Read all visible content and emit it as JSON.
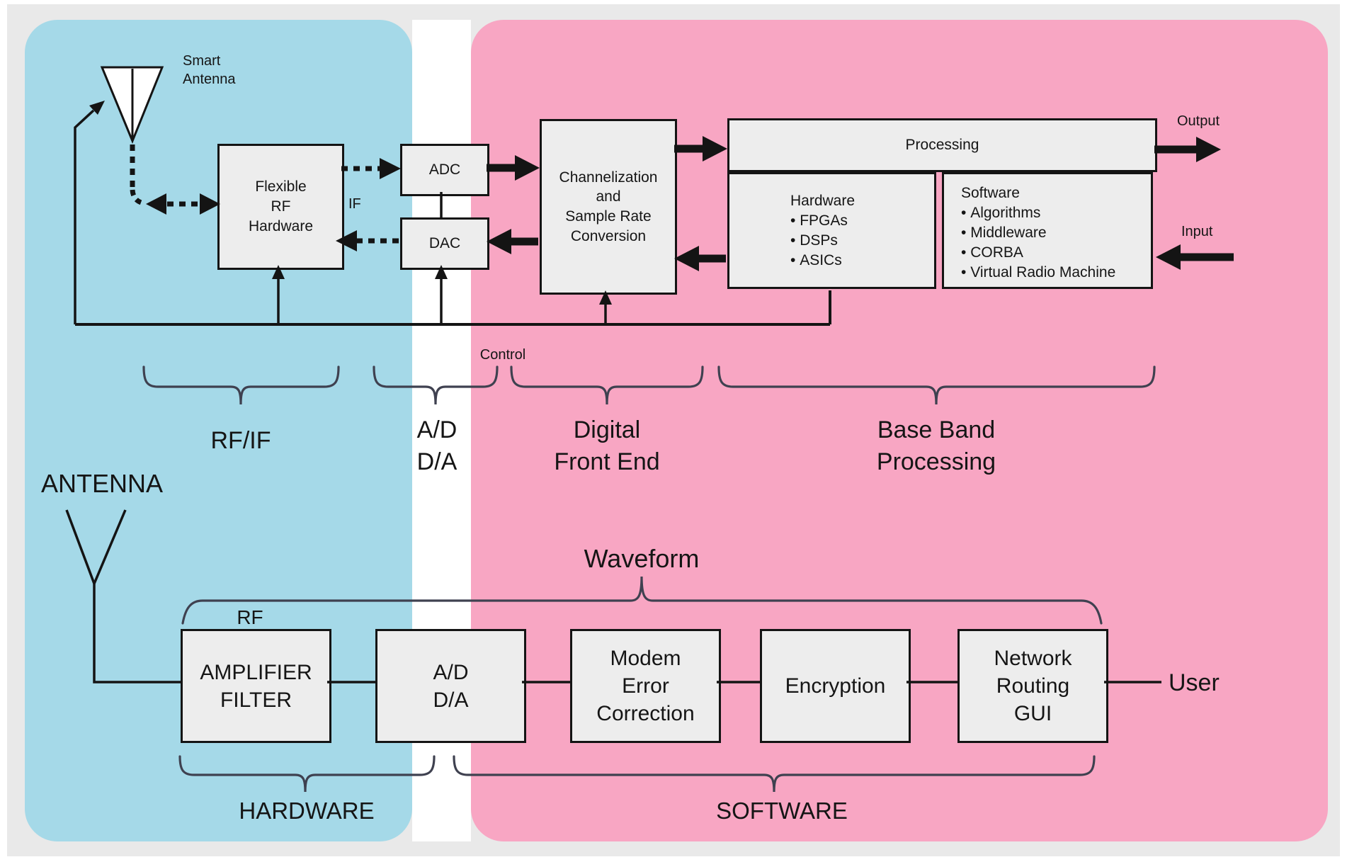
{
  "colors": {
    "blue": "#a5d9e8",
    "pink": "#f8a6c3",
    "box": "#ededed",
    "bg": "#e9e9e9",
    "brace": "#3f4150"
  },
  "top": {
    "smart_antenna": {
      "lines": [
        "Smart",
        "Antenna"
      ]
    },
    "flexible_rf": {
      "lines": [
        "Flexible",
        "RF",
        "Hardware"
      ]
    },
    "if_label": "IF",
    "adc": "ADC",
    "dac": "DAC",
    "channelization": {
      "lines": [
        "Channelization",
        "and",
        "Sample Rate",
        "Conversion"
      ]
    },
    "processing": "Processing",
    "hardware_box": {
      "title": "Hardware",
      "items": [
        "FPGAs",
        "DSPs",
        "ASICs"
      ]
    },
    "software_box": {
      "title": "Software",
      "items": [
        "Algorithms",
        "Middleware",
        "CORBA",
        "Virtual Radio Machine"
      ]
    },
    "output_label": "Output",
    "input_label": "Input",
    "control_label": "Control",
    "braces": {
      "rfif": "RF/IF",
      "adda": {
        "lines": [
          "A/D",
          "D/A"
        ]
      },
      "dfe": {
        "lines": [
          "Digital",
          "Front End"
        ]
      },
      "bbp": {
        "lines": [
          "Base Band",
          "Processing"
        ]
      }
    }
  },
  "bottom": {
    "antenna_label": "ANTENNA",
    "waveform_label": "Waveform",
    "rf_label": "RF",
    "boxes": {
      "amplifier": {
        "lines": [
          "AMPLIFIER",
          "FILTER"
        ]
      },
      "adda": {
        "lines": [
          "A/D",
          "D/A"
        ]
      },
      "modem": {
        "lines": [
          "Modem",
          "Error",
          "Correction"
        ]
      },
      "encryption": "Encryption",
      "network": {
        "lines": [
          "Network",
          "Routing",
          "GUI"
        ]
      }
    },
    "user_label": "User",
    "hardware_label": "HARDWARE",
    "software_label": "SOFTWARE"
  }
}
